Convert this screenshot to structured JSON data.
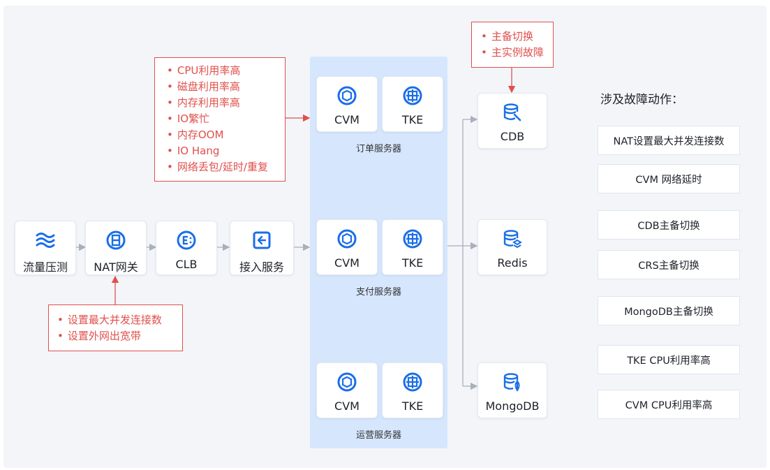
{
  "colors": {
    "accent_blue": "#1a6ee8",
    "alert_red": "#e0504d",
    "column_bg": "#d6e6fd"
  },
  "flow_nodes": [
    {
      "id": "traffic",
      "label": "流量压测",
      "icon": "wave-icon"
    },
    {
      "id": "nat",
      "label": "NAT网关",
      "icon": "nat-gateway-icon"
    },
    {
      "id": "clb",
      "label": "CLB",
      "icon": "clb-icon"
    },
    {
      "id": "access",
      "label": "接入服务",
      "icon": "access-service-icon"
    }
  ],
  "server_groups": [
    {
      "name": "订单服务器",
      "nodes": [
        "CVM",
        "TKE"
      ]
    },
    {
      "name": "支付服务器",
      "nodes": [
        "CVM",
        "TKE"
      ]
    },
    {
      "name": "运营服务器",
      "nodes": [
        "CVM",
        "TKE"
      ]
    }
  ],
  "databases": [
    {
      "label": "CDB",
      "icon": "cdb-icon"
    },
    {
      "label": "Redis",
      "icon": "redis-icon"
    },
    {
      "label": "MongoDB",
      "icon": "mongodb-icon"
    }
  ],
  "fault_boxes": {
    "servers": [
      "CPU利用率高",
      "磁盘利用率高",
      "内存利用率高",
      "IO繁忙",
      "内存OOM",
      "IO Hang",
      "网络丢包/延时/重复"
    ],
    "nat": [
      "设置最大并发连接数",
      "设置外网出宽带"
    ],
    "cdb": [
      "主备切换",
      "主实例故障"
    ]
  },
  "actions_title": "涉及故障动作：",
  "actions": [
    "NAT设置最大并发连接数",
    "CVM 网络延时",
    "CDB主备切换",
    "CRS主备切换",
    "MongoDB主备切换",
    "TKE CPU利用率高",
    "CVM CPU利用率高"
  ]
}
